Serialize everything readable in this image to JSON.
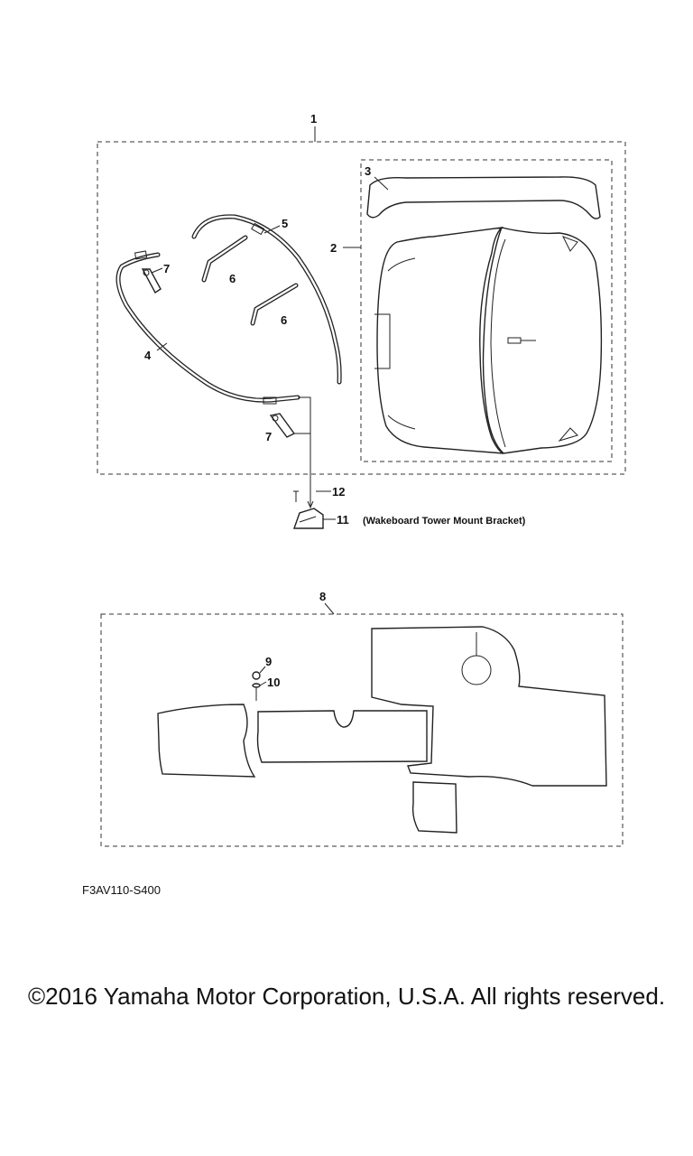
{
  "callouts": {
    "c1": "1",
    "c2": "2",
    "c3": "3",
    "c4": "4",
    "c5": "5",
    "c6a": "6",
    "c6b": "6",
    "c7a": "7",
    "c7b": "7",
    "c8": "8",
    "c9": "9",
    "c10": "10",
    "c11": "11",
    "c12": "12"
  },
  "annotation": "(Wakeboard Tower Mount Bracket)",
  "diagram_code": "F3AV110-S400",
  "copyright": "©2016 Yamaha Motor Corporation, U.S.A. All rights reserved."
}
